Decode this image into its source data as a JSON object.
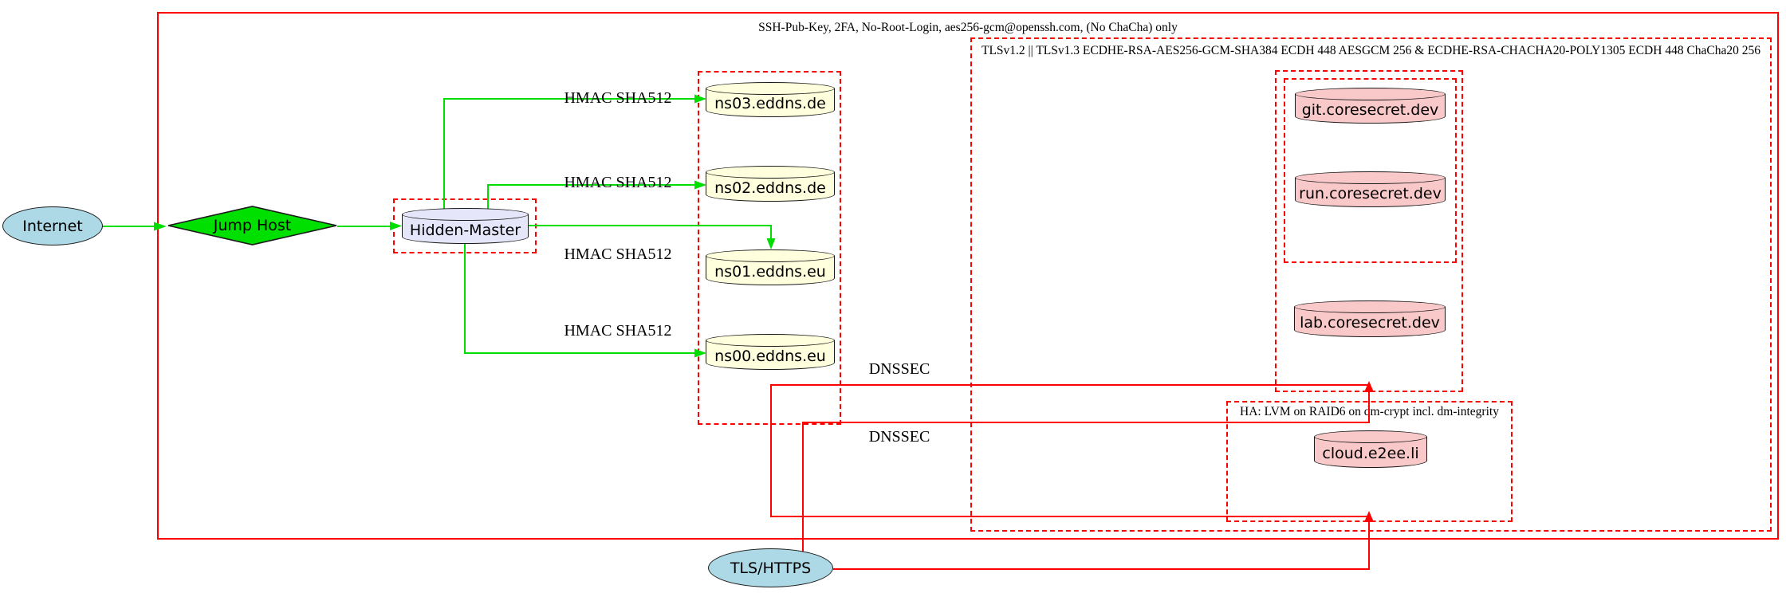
{
  "clusters": {
    "ssh_label": "SSH-Pub-Key, 2FA, No-Root-Login, aes256-gcm@openssh.com, (No ChaCha) only",
    "tls_label": "TLSv1.2 || TLSv1.3 ECDHE-RSA-AES256-GCM-SHA384 ECDH 448 AESGCM 256 & ECDHE-RSA-CHACHA20-POLY1305 ECDH 448 ChaCha20 256",
    "ha_label": "HA: LVM on RAID6 on dm-crypt incl. dm-integrity"
  },
  "nodes": {
    "internet": "Internet",
    "jump_host": "Jump Host",
    "hidden_master": "Hidden-Master",
    "ns03": "ns03.eddns.de",
    "ns02": "ns02.eddns.de",
    "ns01": "ns01.eddns.eu",
    "ns00": "ns00.eddns.eu",
    "git": "git.coresecret.dev",
    "run": "run.coresecret.dev",
    "lab": "lab.coresecret.dev",
    "cloud": "cloud.e2ee.li",
    "tls_https": "TLS/HTTPS"
  },
  "edge_labels": {
    "hmac": "HMAC SHA512",
    "dnssec": "DNSSEC"
  },
  "edges": [
    {
      "from": "Internet",
      "to": "Jump Host",
      "color": "green"
    },
    {
      "from": "Jump Host",
      "to": "Hidden-Master",
      "color": "green"
    },
    {
      "from": "Hidden-Master",
      "to": "ns03.eddns.de",
      "label": "HMAC SHA512",
      "color": "green"
    },
    {
      "from": "Hidden-Master",
      "to": "ns02.eddns.de",
      "label": "HMAC SHA512",
      "color": "green"
    },
    {
      "from": "Hidden-Master",
      "to": "ns01.eddns.eu",
      "label": "HMAC SHA512",
      "color": "green"
    },
    {
      "from": "Hidden-Master",
      "to": "ns00.eddns.eu",
      "label": "HMAC SHA512",
      "color": "green"
    },
    {
      "from": "DNS zone",
      "to": "coresecret cluster",
      "label": "DNSSEC",
      "color": "red"
    },
    {
      "from": "DNS zone",
      "to": "HA cluster",
      "label": "DNSSEC",
      "color": "red"
    },
    {
      "from": "TLS/HTTPS",
      "to": "coresecret cluster",
      "color": "red"
    },
    {
      "from": "TLS/HTTPS",
      "to": "HA cluster",
      "color": "red"
    }
  ],
  "colors": {
    "cluster_border_red": "#ff0000",
    "edge_green": "#00dd00",
    "edge_red": "#ff0000",
    "node_lightblue": "#add8e6",
    "node_lavender": "#e6e6fa",
    "node_lightyellow": "#ffffdd",
    "node_pink": "#f9c8c8",
    "diamond_green": "#00e000"
  }
}
